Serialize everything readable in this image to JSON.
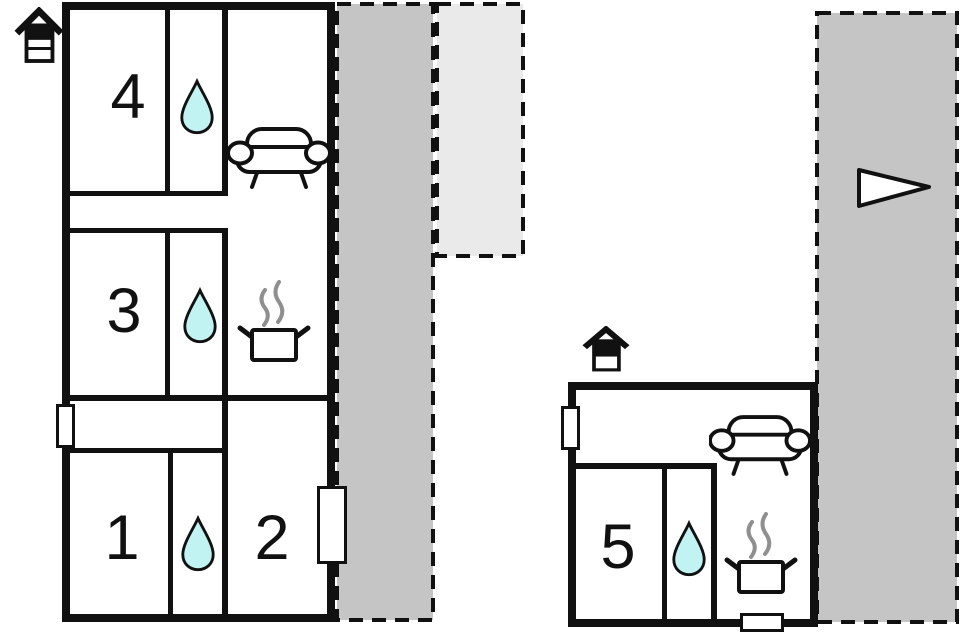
{
  "plan": {
    "type": "floor-plan",
    "buildings": [
      {
        "name": "main-building",
        "rooms": [
          {
            "label": "4",
            "has_water": true
          },
          {
            "label": "3",
            "has_water": true
          },
          {
            "label": "1",
            "has_water": true
          },
          {
            "label": "2",
            "has_water": false
          }
        ],
        "features": [
          "sofa",
          "stove",
          "window-left",
          "door-right"
        ]
      },
      {
        "name": "annex-building",
        "rooms": [
          {
            "label": "5",
            "has_water": true
          }
        ],
        "features": [
          "sofa",
          "stove",
          "window-left",
          "door-bottom"
        ]
      }
    ],
    "icons": {
      "water": "water-drop-icon",
      "seating": "sofa-icon",
      "cooking": "stove-pot-icon",
      "outbuilding": "small-house-icon",
      "direction": "arrow-flag-icon"
    },
    "colors": {
      "wall": "#111111",
      "terrace_dark": "#c5c5c5",
      "terrace_light": "#eaeaea",
      "water": "#c2f3f3",
      "steam": "#8f8f8f",
      "floor": "#ffffff"
    }
  }
}
